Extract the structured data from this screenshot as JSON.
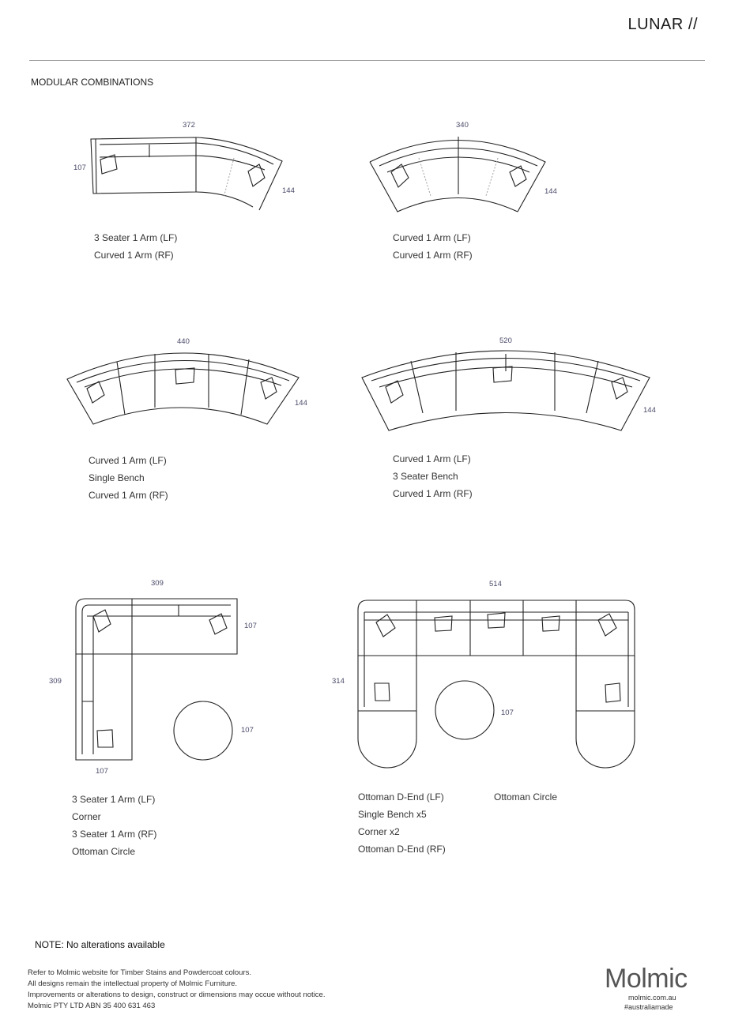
{
  "header": {
    "brand": "LUNAR //",
    "section_title": "MODULAR COMBINATIONS"
  },
  "combinations": [
    {
      "dims": {
        "width": "372",
        "depth": "107",
        "end": "144"
      },
      "items": [
        "3 Seater 1 Arm (LF)",
        "Curved 1 Arm (RF)"
      ]
    },
    {
      "dims": {
        "width": "340",
        "end": "144"
      },
      "items": [
        "Curved 1 Arm (LF)",
        "Curved 1 Arm (RF)"
      ]
    },
    {
      "dims": {
        "width": "440",
        "end": "144"
      },
      "items": [
        "Curved 1 Arm (LF)",
        "Single Bench",
        "Curved 1 Arm (RF)"
      ]
    },
    {
      "dims": {
        "width": "520",
        "end": "144"
      },
      "items": [
        "Curved 1 Arm (LF)",
        "3 Seater Bench",
        "Curved 1 Arm (RF)"
      ]
    },
    {
      "dims": {
        "width": "309",
        "depth": "107",
        "height": "309",
        "bottom": "107",
        "ottoman": "107"
      },
      "items": [
        "3 Seater 1 Arm (LF)",
        "Corner",
        "3 Seater 1 Arm (RF)",
        "Ottoman Circle"
      ]
    },
    {
      "dims": {
        "width": "514",
        "height": "314",
        "ottoman": "107"
      },
      "items": [
        "Ottoman D-End (LF)",
        "Single Bench x5",
        "Corner x2",
        "Ottoman D-End (RF)"
      ],
      "extra": "Ottoman Circle"
    }
  ],
  "note": "NOTE: No alterations available",
  "footer": {
    "lines": [
      "Refer to Molmic website for Timber Stains and Powdercoat colours.",
      "All designs remain the intellectual property of Molmic Furniture.",
      "Improvements or alterations to design, construct or dimensions may occue without notice.",
      "Molmic PTY LTD ABN 35 400 631 463"
    ]
  },
  "logo": {
    "name": "Molmic",
    "url": "molmic.com.au",
    "tag": "#australiamade"
  }
}
